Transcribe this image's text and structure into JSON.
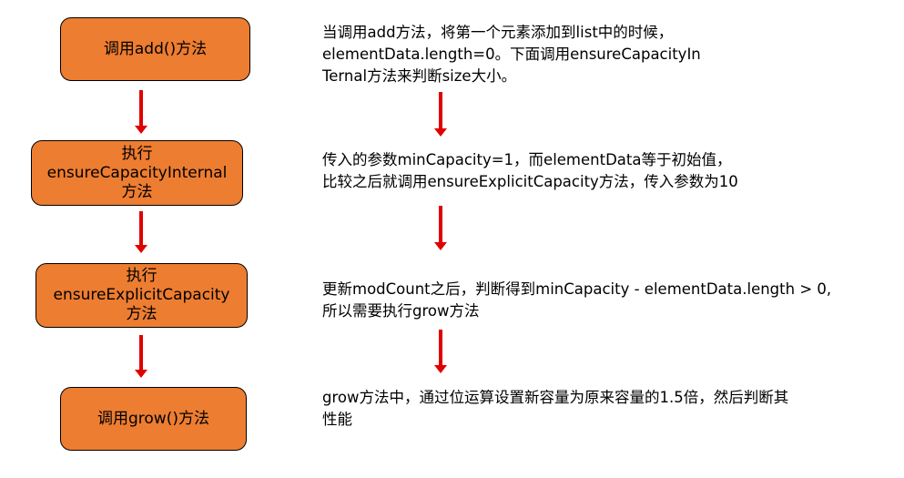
{
  "colors": {
    "box_fill": "#ED7D31",
    "box_border": "#000000",
    "arrow": "#E00000",
    "text": "#000000"
  },
  "boxes": [
    {
      "lines": [
        "调用add()方法"
      ]
    },
    {
      "lines": [
        "执行",
        "ensureCapacityInternal",
        "方法"
      ]
    },
    {
      "lines": [
        "执行",
        "ensureExplicitCapacity",
        "方法"
      ]
    },
    {
      "lines": [
        "调用grow()方法"
      ]
    }
  ],
  "notes": [
    {
      "lines": [
        "当调用add方法，将第一个元素添加到list中的时候，",
        "elementData.length=0。下面调用ensureCapacityIn",
        "Ternal方法来判断size大小。"
      ]
    },
    {
      "lines": [
        "传入的参数minCapacity=1，而elementData等于初始值，",
        "比较之后就调用ensureExplicitCapacity方法，传入参数为10"
      ]
    },
    {
      "lines": [
        "更新modCount之后，判断得到minCapacity - elementData.length > 0,",
        "所以需要执行grow方法"
      ]
    },
    {
      "lines": [
        "grow方法中，通过位运算设置新容量为原来容量的1.5倍，然后判断其",
        "性能"
      ]
    }
  ]
}
